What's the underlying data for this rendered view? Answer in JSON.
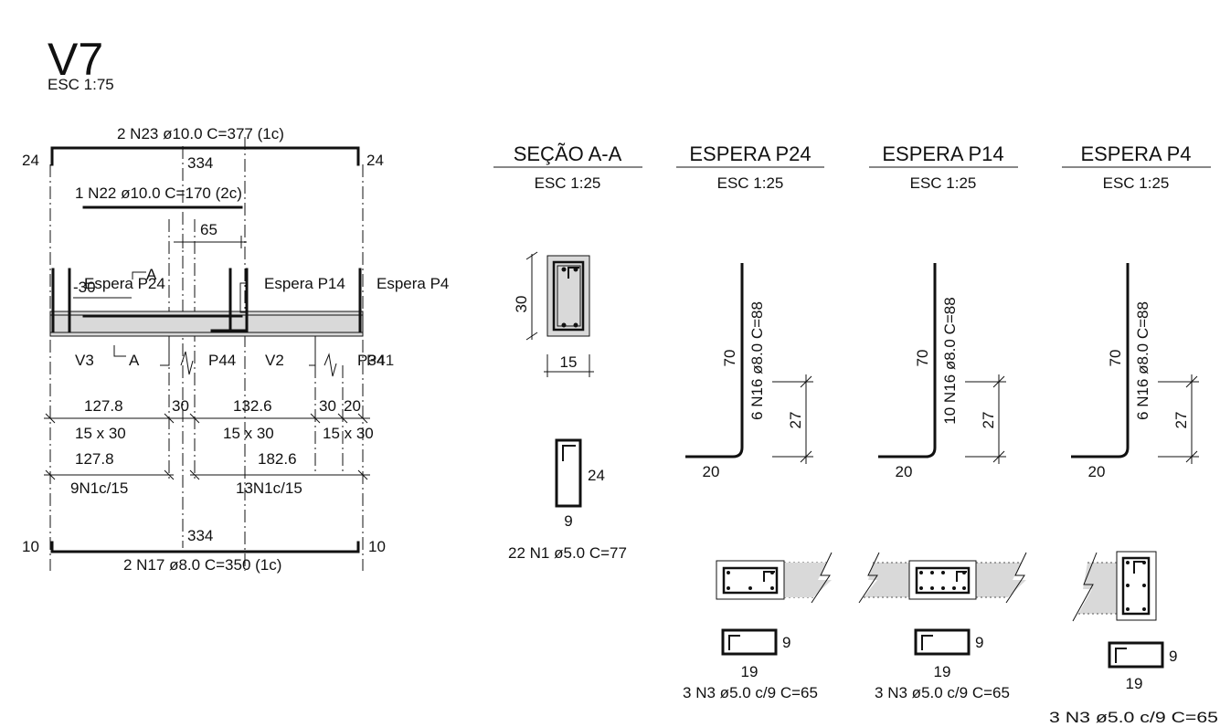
{
  "title": "V7",
  "title_scale": "ESC 1:75",
  "elevation": {
    "top_bar": "2 N23 ø10.0 C=377 (1c)",
    "top_hook_left": "24",
    "top_hook_right": "24",
    "top_length": "334",
    "neg_bar": "1 N22 ø10.0 C=170 (2c)",
    "neg_offset": "65",
    "label_espera_p24": "Espera P24",
    "label_espera_p14": "Espera P14",
    "label_espera_p4": "Espera P4",
    "label_minus30": "-30",
    "section_mark": "A",
    "label_v3": "V3",
    "label_p44": "P44",
    "label_v2": "V2",
    "label_p34": "P34",
    "label_p41": "P41",
    "dim_spans": [
      "127.8",
      "30",
      "132.6",
      "30",
      "20"
    ],
    "dim_sections": [
      "15 x 30",
      "15 x 30",
      "15 x 30"
    ],
    "dim_stirrup_spans": [
      "127.8",
      "182.6"
    ],
    "stirrup_groups": [
      "9N1c/15",
      "13N1c/15"
    ],
    "bottom_hook_left": "10",
    "bottom_hook_right": "10",
    "bottom_length": "334",
    "bottom_bar": "2 N17 ø8.0 C=350 (1c)"
  },
  "section_aa": {
    "title": "SEÇÃO A-A",
    "scale": "ESC 1:25",
    "height": "30",
    "width": "15",
    "stirrup_h": "24",
    "stirrup_w": "9",
    "stirrup_label": "22 N1 ø5.0 C=77"
  },
  "esperas": [
    {
      "title": "ESPERA P24",
      "scale": "ESC 1:25",
      "vertical": "70",
      "bar": "6 N16 ø8.0 C=88",
      "anchor": "27",
      "hook": "20",
      "stirrup_w": "19",
      "stirrup_h": "9",
      "stirrup_label": "3 N3 ø5.0 c/9 C=65"
    },
    {
      "title": "ESPERA P14",
      "scale": "ESC 1:25",
      "vertical": "70",
      "bar": "10 N16 ø8.0 C=88",
      "anchor": "27",
      "hook": "20",
      "stirrup_w": "19",
      "stirrup_h": "9",
      "stirrup_label": "3 N3 ø5.0 c/9 C=65"
    },
    {
      "title": "ESPERA P4",
      "scale": "ESC 1:25",
      "vertical": "70",
      "bar": "6 N16 ø8.0 C=88",
      "anchor": "27",
      "hook": "20",
      "stirrup_w": "19",
      "stirrup_h": "9",
      "stirrup_label": "3 N3 ø5.0 c/9 C=65"
    }
  ]
}
